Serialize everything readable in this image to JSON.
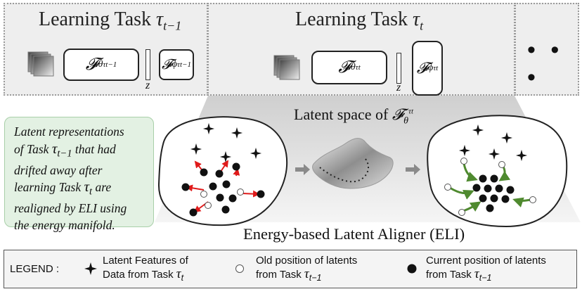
{
  "task_prev": {
    "title": "Learning Task",
    "symbol": "τ",
    "subscript": "t−1",
    "encoder": "𝓕",
    "encoder_sub": "θ",
    "encoder_sup": "τt−1",
    "z_label": "z",
    "head": "𝓕",
    "head_sub": "ϕ",
    "head_sup": "τt−1"
  },
  "task_curr": {
    "title": "Learning Task",
    "symbol": "τ",
    "subscript": "t",
    "encoder": "𝓕",
    "encoder_sub": "θ",
    "encoder_sup": "τt",
    "z_label": "z",
    "head": "𝓕",
    "head_sub": "ϕ",
    "head_sup": "τt"
  },
  "task_more": {
    "ellipsis": "• • •"
  },
  "latent_space": {
    "prefix": "Latent space of",
    "symbol": "𝓕",
    "sub": "θ",
    "sup": "τt"
  },
  "callout": {
    "line1": "Latent representations",
    "line2_a": "of Task",
    "line2_sym": "τ",
    "line2_sub": "t−1",
    "line2_b": "that had",
    "line3": "drifted away after",
    "line4_a": "learning Task",
    "line4_sym": "τ",
    "line4_sub": "t",
    "line4_b": "are",
    "line5": "realigned by ELI using",
    "line6": "the energy manifold."
  },
  "eli_title": "Energy-based Latent Aligner (ELI)",
  "legend": {
    "label": "LEGEND :",
    "item1_l1": "Latent Features of",
    "item1_l2": "Data from Task",
    "item1_sym": "τ",
    "item1_sub": "t",
    "item2_l1": "Old position of latents",
    "item2_l2": "from Task",
    "item2_sym": "τ",
    "item2_sub": "t−1",
    "item3_l1": "Current position of latents",
    "item3_l2": "from Task",
    "item3_sym": "τ",
    "item3_sub": "t−1"
  },
  "colors": {
    "panel": "#eeeeee",
    "callout_bg": "#e3f1e3",
    "red_arrow": "#e01b1b",
    "green_arrow": "#4f8a2f"
  }
}
